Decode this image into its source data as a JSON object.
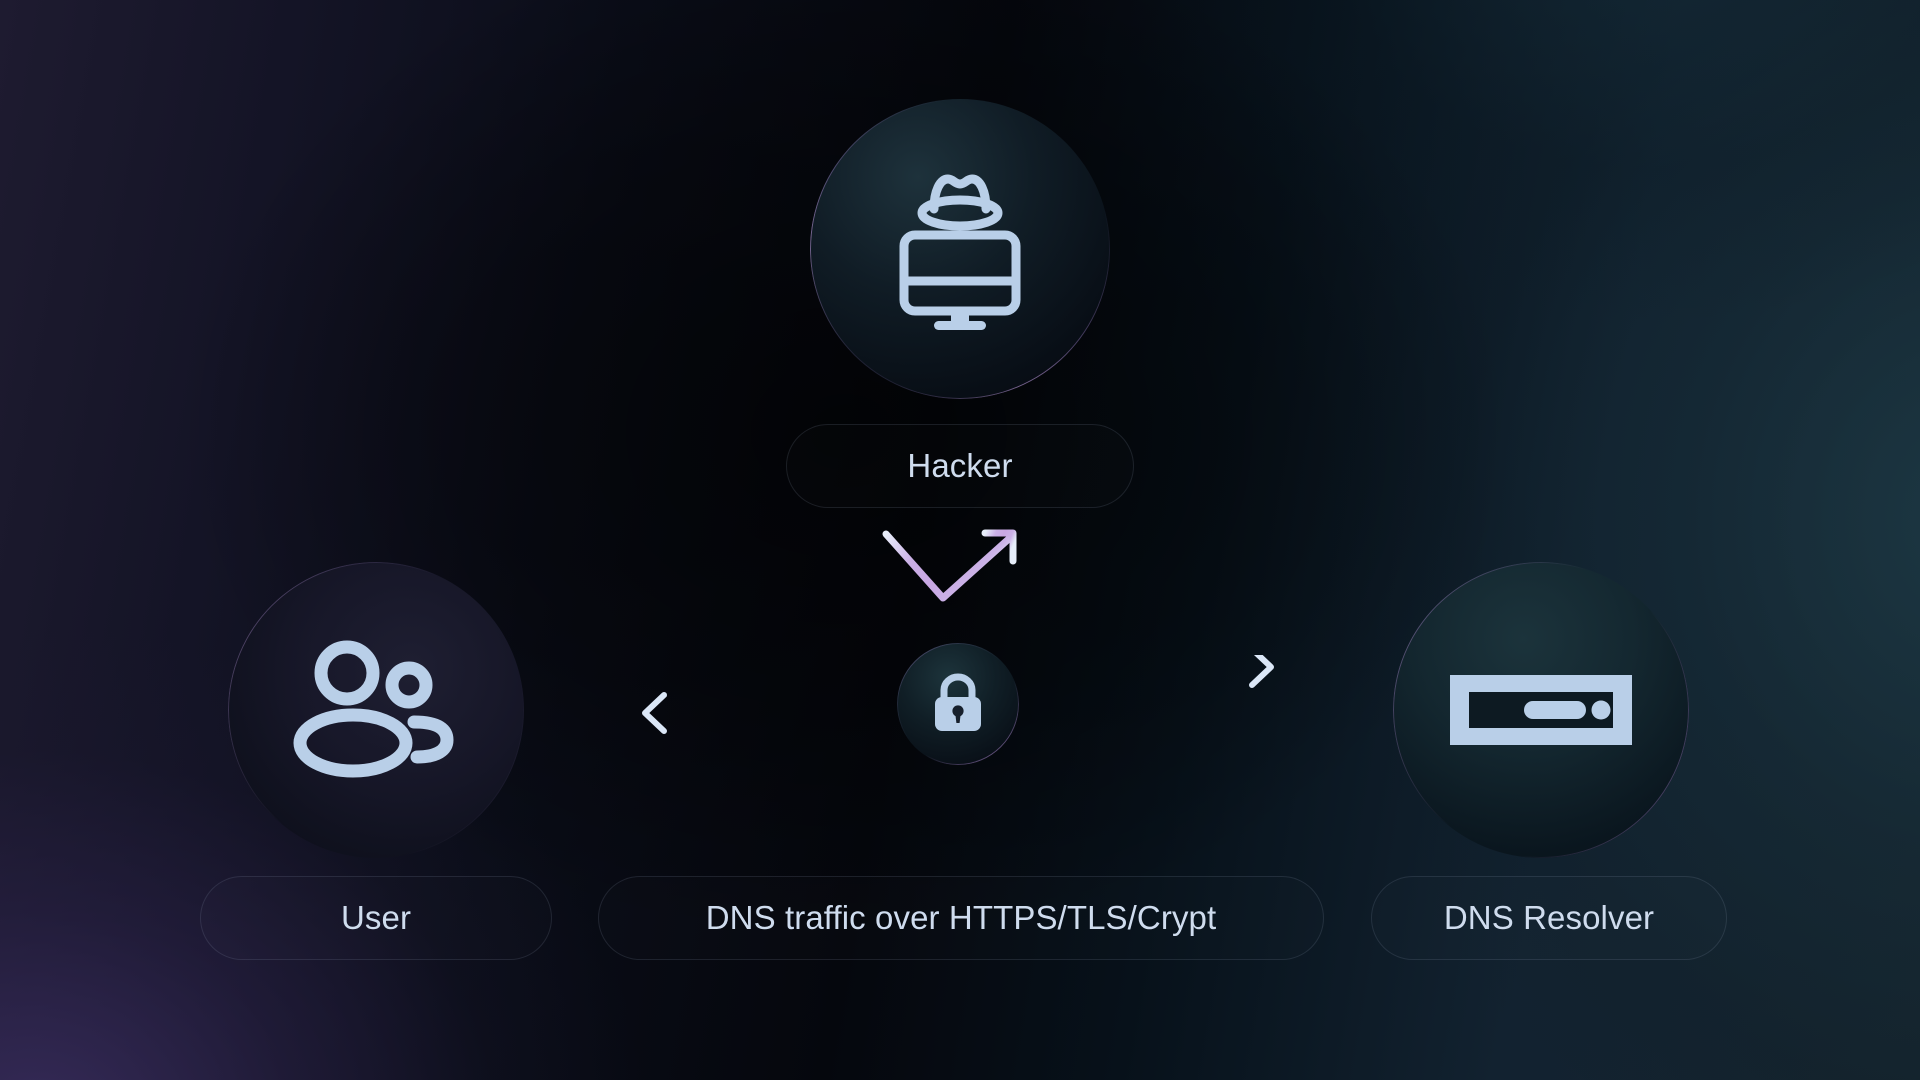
{
  "diagram": {
    "title": "DNS encryption flow diagram",
    "background": {
      "purple": "#241f3a",
      "teal": "#16252f",
      "dark": "#05070d"
    },
    "icon_color": "#b9cfe8",
    "accent_gradient": {
      "from": "#cfe0f2",
      "mid": "#c4a3e2",
      "to": "#dce9f6"
    }
  },
  "nodes": {
    "hacker": {
      "label": "Hacker",
      "icon": "hacker-monitor-fedora-icon"
    },
    "user": {
      "label": "User",
      "icon": "users-group-icon"
    },
    "encryption": {
      "label": "DNS traffic over HTTPS/TLS/Crypt",
      "icon": "padlock-icon"
    },
    "resolver": {
      "label": "DNS Resolver",
      "icon": "server-rack-icon"
    }
  },
  "connectors": {
    "hacker_intercept": {
      "name": "hacker-intercept-arrow",
      "description": "down-then-up-right arrow from Hacker to the encrypted channel"
    },
    "user_to_lock": {
      "name": "user-channel-arrows",
      "description": "two horizontal lines, lower one arrowheaded toward the User"
    },
    "lock_to_resolver": {
      "name": "resolver-channel-arrows",
      "description": "two horizontal lines, upper one arrowheaded toward the DNS Resolver"
    }
  }
}
